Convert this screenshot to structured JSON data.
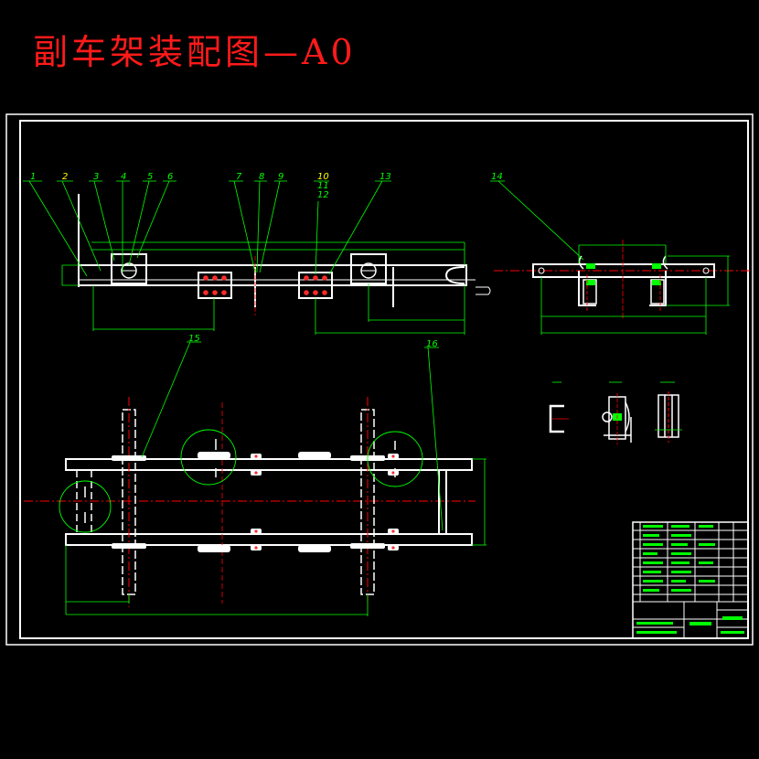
{
  "title": "副车架装配图—A0",
  "callouts": {
    "c1": "1",
    "c2": "2",
    "c3": "3",
    "c4": "4",
    "c5": "5",
    "c6": "6",
    "c7": "7",
    "c8": "8",
    "c9": "9",
    "c10": "10",
    "c11": "11",
    "c12": "12",
    "c13": "13",
    "c14": "14",
    "c15": "15",
    "c16": "16"
  },
  "colors": {
    "background": "#000000",
    "frame": "#ffffff",
    "dimension": "#00ff00",
    "centerline": "#ff0000",
    "title": "#ff1a1a"
  }
}
